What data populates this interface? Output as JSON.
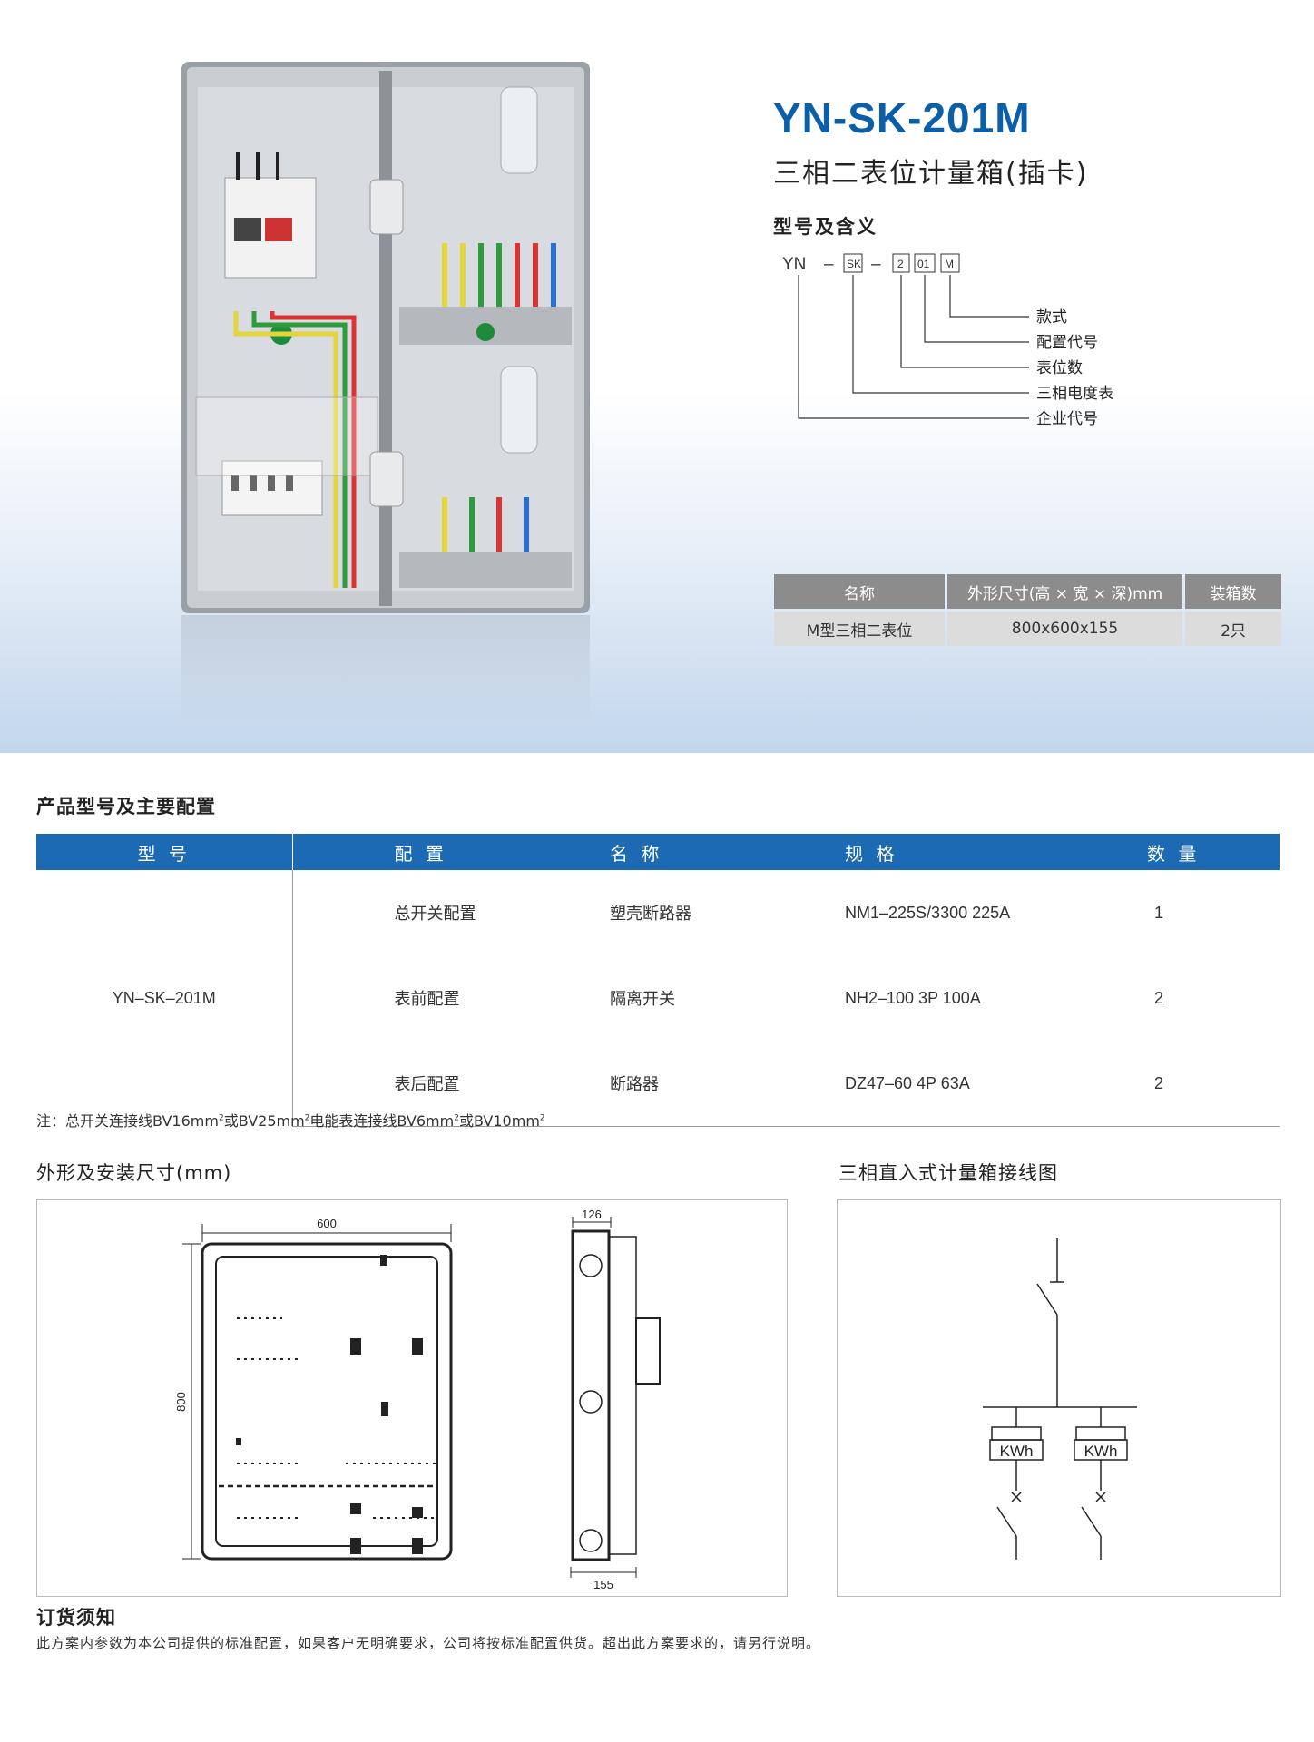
{
  "header": {
    "model": "YN-SK-201M",
    "subtitle": "三相二表位计量箱(插卡)"
  },
  "model_meaning": {
    "title": "型号及含义",
    "code_parts": [
      "YN",
      "–",
      "SK",
      "–",
      "2",
      "01",
      "M"
    ],
    "labels": [
      "款式",
      "配置代号",
      "表位数",
      "三相电度表",
      "企业代号"
    ]
  },
  "spec_table": {
    "headers": [
      "名称",
      "外形尺寸(高 × 宽 × 深)mm",
      "装箱数"
    ],
    "row": [
      "M型三相二表位",
      "800x600x155",
      "2只"
    ]
  },
  "config_section": {
    "title": "产品型号及主要配置",
    "headers": [
      "型 号",
      "配 置",
      "名 称",
      "规 格",
      "数 量"
    ],
    "model": "YN–SK–201M",
    "rows": [
      {
        "config": "总开关配置",
        "name": "塑壳断路器",
        "spec": "NM1–225S/3300 225A",
        "qty": "1"
      },
      {
        "config": "表前配置",
        "name": "隔离开关",
        "spec": "NH2–100 3P 100A",
        "qty": "2"
      },
      {
        "config": "表后配置",
        "name": "断路器",
        "spec": "DZ47–60 4P 63A",
        "qty": "2"
      }
    ],
    "note_parts": [
      "注：总开关连接线BV16mm",
      "2",
      "或BV25mm",
      "2",
      "电能表连接线BV6mm",
      "2",
      "或BV10mm",
      "2"
    ]
  },
  "dimension_section": {
    "title": "外形及安装尺寸(mm)",
    "width_label": "600",
    "height_label": "800",
    "depth_top_label": "126",
    "depth_bottom_label": "155"
  },
  "wiring_section": {
    "title": "三相直入式计量箱接线图",
    "meter_labels": [
      "KWh",
      "KWh"
    ]
  },
  "order_section": {
    "title": "订货须知",
    "text": "此方案内参数为本公司提供的标准配置，如果客户无明确要求，公司将按标准配置供货。超出此方案要求的，请另行说明。"
  }
}
